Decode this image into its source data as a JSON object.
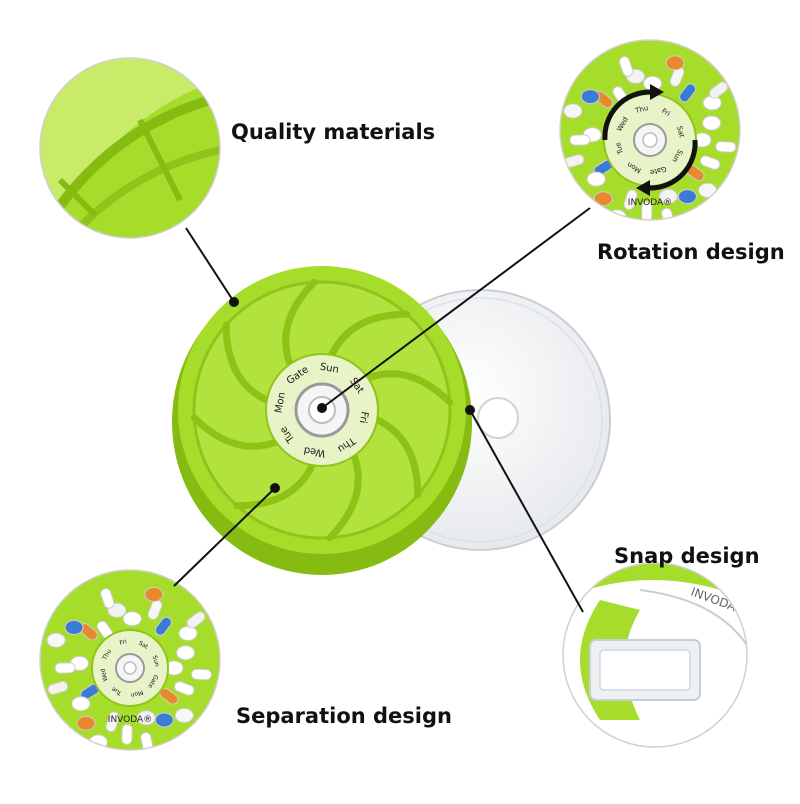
{
  "colors": {
    "lime": "#a6dc2a",
    "lime_dark": "#86bb12",
    "lime_light": "#c8ec6a",
    "ring_bg": "#e8f4c8",
    "lid": "#f2f4f6"
  },
  "callouts": {
    "quality": "Quality materials",
    "rotation": "Rotation design",
    "snap": "Snap design",
    "separation": "Separation design"
  },
  "main_dial": {
    "days": [
      "Sun",
      "Sat",
      "Fri",
      "Thu",
      "Wed",
      "Tue",
      "Mon",
      "Gate"
    ]
  },
  "rotation_dial": {
    "days": [
      "Wed",
      "Thu",
      "Fri",
      "Sat",
      "Sun",
      "Gate",
      "Mon",
      "Tue"
    ],
    "brand": "INVODA®"
  },
  "separation_dial": {
    "days": [
      "Thu",
      "Fri",
      "Sat",
      "Sun",
      "Gate",
      "Mon",
      "Tue",
      "Wed"
    ],
    "brand": "INVODA®"
  },
  "snap_detail": {
    "brand_fragment": "INVODA"
  }
}
